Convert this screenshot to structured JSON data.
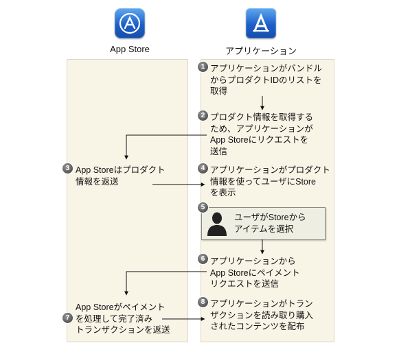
{
  "columns": {
    "left": {
      "title": "App Store",
      "icon": "app-store-icon"
    },
    "right": {
      "title": "アプリケーション",
      "icon": "application-icon"
    }
  },
  "steps": [
    {
      "number": "1",
      "text": "アプリケーションがバンドル\nからプロダクトIDのリストを\n取得"
    },
    {
      "number": "2",
      "text": "プロダクト情報を取得する\nため、アプリケーションが\nApp Storeにリクエストを\n送信"
    },
    {
      "number": "3",
      "text": "App Storeはプロダクト\n情報を返送"
    },
    {
      "number": "4",
      "text": "アプリケーションがプロダクト\n情報を使ってユーザにStore\nを表示"
    },
    {
      "number": "5",
      "text": "ユーザがStoreから\nアイテムを選択",
      "user_icon": "user-silhouette-icon"
    },
    {
      "number": "6",
      "text": "アプリケーションから\nApp Storeにペイメント\nリクエストを送信"
    },
    {
      "number": "7",
      "text": "App Storeがペイメント\nを処理して完了済み\nトランザクションを返送"
    },
    {
      "number": "8",
      "text": "アプリケーションがトラン\nザクションを読み取り購入\nされたコンテンツを配布"
    }
  ],
  "colors": {
    "column_bg": "#f8f4e6",
    "badge": "#666666",
    "highlight_bg": "#efeee2"
  }
}
